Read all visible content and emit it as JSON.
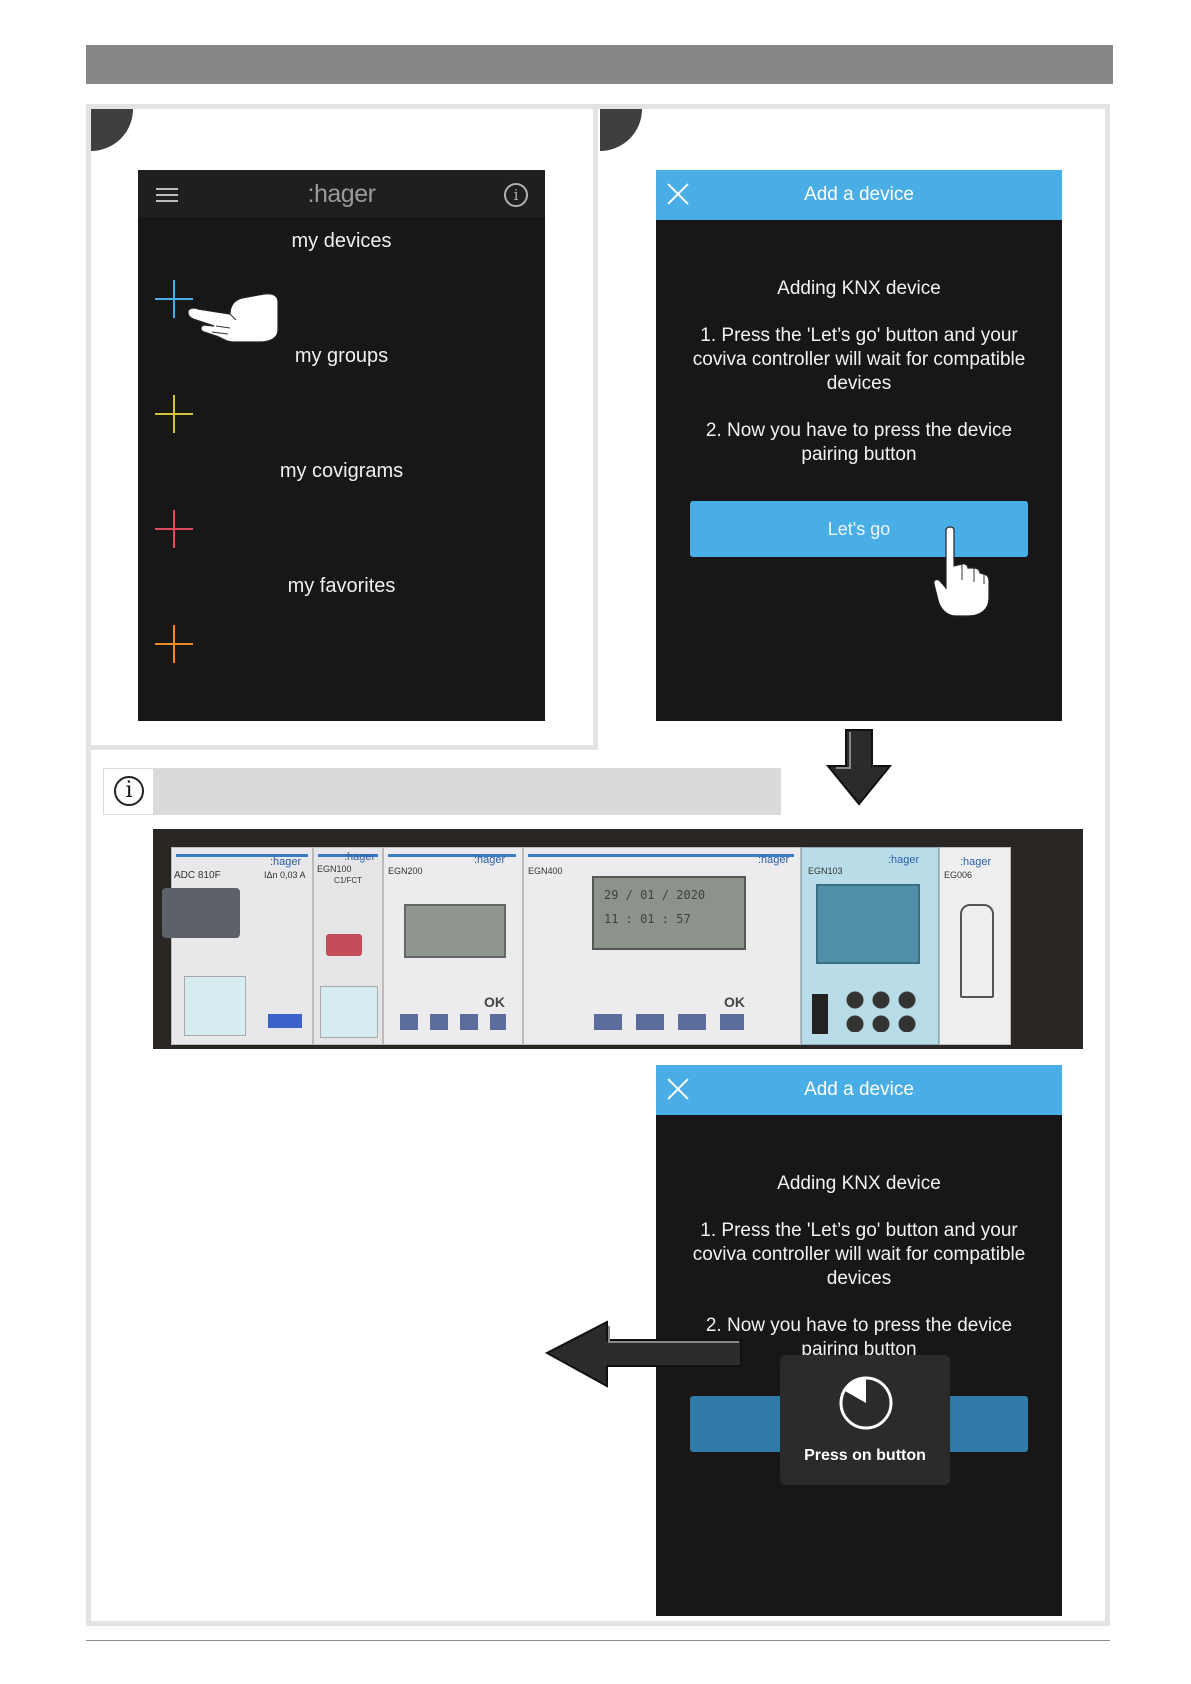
{
  "colors": {
    "accent": "#4aaee6",
    "plus_blue": "#4aaee6",
    "plus_yellow": "#d8c13c",
    "plus_red": "#e04a5b",
    "plus_orange": "#ee8a2a",
    "header_gray": "#878787"
  },
  "phone_main": {
    "logo": ":hager",
    "sections": [
      {
        "label": "my devices",
        "plus_color": "#4aaee6"
      },
      {
        "label": "my groups",
        "plus_color": "#d8c13c"
      },
      {
        "label": "my covigrams",
        "plus_color": "#e04a5b"
      },
      {
        "label": "my favorites",
        "plus_color": "#ee8a2a"
      }
    ],
    "icons": [
      "menu-icon",
      "info-icon",
      "plus-icon",
      "pointing-hand-icon"
    ]
  },
  "phone_add": {
    "title": "Add a device",
    "heading": "Adding KNX device",
    "step1": "1. Press the 'Let’s go' button and your coviva controller will wait for compatible devices",
    "step2": "2. Now you have to press the device pairing button",
    "button_label": "Let's go"
  },
  "phone_waiting": {
    "title": "Add a device",
    "heading": "Adding KNX device",
    "step1": "1. Press the 'Let’s go' button and your coviva controller will wait for compatible devices",
    "step2": "2. Now you have to press the device pairing button",
    "dialog_text": "Press on button"
  },
  "device_photo": {
    "modules": [
      {
        "brand": ":hager",
        "model": "ADC 810F",
        "sub": "IΔn 0,03 A"
      },
      {
        "brand": ":hager",
        "model": "EGN100",
        "sub": "C1/FCT"
      },
      {
        "brand": ":hager",
        "model": "EGN200"
      },
      {
        "brand": ":hager",
        "model": "EGN400",
        "display": "29 / 01 / 2020",
        "time": "11 : 01 : 57"
      },
      {
        "brand": ":hager",
        "model": "EGN103"
      },
      {
        "brand": ":hager",
        "model": "EG006"
      }
    ],
    "button_labels": [
      "OK",
      "OK"
    ]
  }
}
